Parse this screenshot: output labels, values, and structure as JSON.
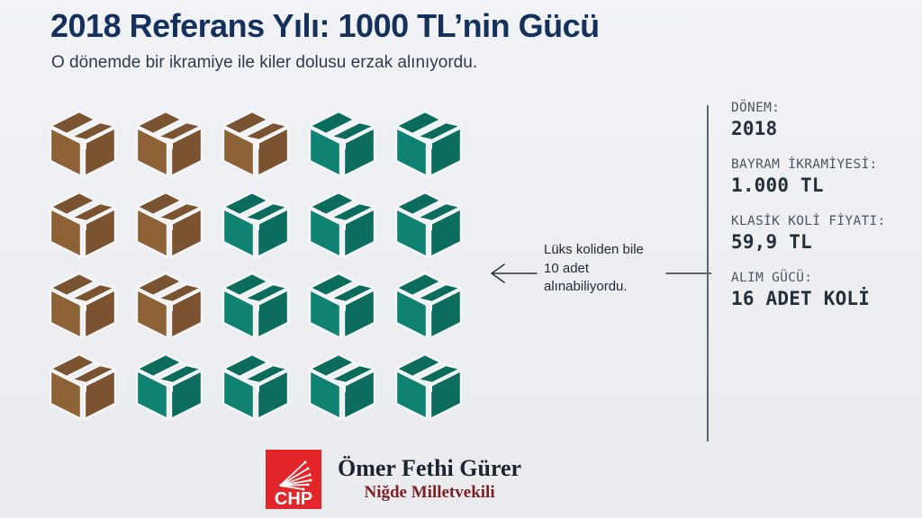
{
  "header": {
    "title": "2018 Referans Yılı: 1000 TL’nin Gücü",
    "subtitle": "O dönemde bir ikramiye ile kiler dolusu erzak alınıyordu.",
    "title_color": "#14305c"
  },
  "colors": {
    "background": "#eef0f3",
    "brown_light": "#8e6237",
    "brown_dark": "#7b5330",
    "brown_top": "#7a5331",
    "teal_light": "#0f8272",
    "teal_dark": "#0c6d5f",
    "teal_top": "#0b6c5e",
    "divider": "#5c6671",
    "chp_red": "#e3262a",
    "role_red": "#7d2024"
  },
  "boxes": {
    "rows": 4,
    "cols": 5,
    "total": 20,
    "brown_count": 8,
    "teal_count": 12,
    "icon_name": "cardboard-box-icon",
    "grid": [
      [
        "brown",
        "brown",
        "brown",
        "teal",
        "teal"
      ],
      [
        "brown",
        "brown",
        "teal",
        "teal",
        "teal"
      ],
      [
        "brown",
        "brown",
        "teal",
        "teal",
        "teal"
      ],
      [
        "brown",
        "teal",
        "teal",
        "teal",
        "teal"
      ]
    ]
  },
  "annotation": {
    "text": "Lüks koliden bile 10 adet alınabiliyordu.",
    "arrow_direction": "left"
  },
  "panel": {
    "stats": [
      {
        "label": "DÖNEM:",
        "value": "2018"
      },
      {
        "label": "BAYRAM İKRAMİYESİ:",
        "value": "1.000 TL"
      },
      {
        "label": "KLASİK KOLİ FİYATI:",
        "value": "59,9 TL"
      },
      {
        "label": "ALIM GÜCÜ:",
        "value": "16 ADET KOLİ"
      }
    ]
  },
  "footer": {
    "logo_text": "CHP",
    "deputy_name": "Ömer Fethi Gürer",
    "deputy_role": "Niğde Milletvekili"
  }
}
